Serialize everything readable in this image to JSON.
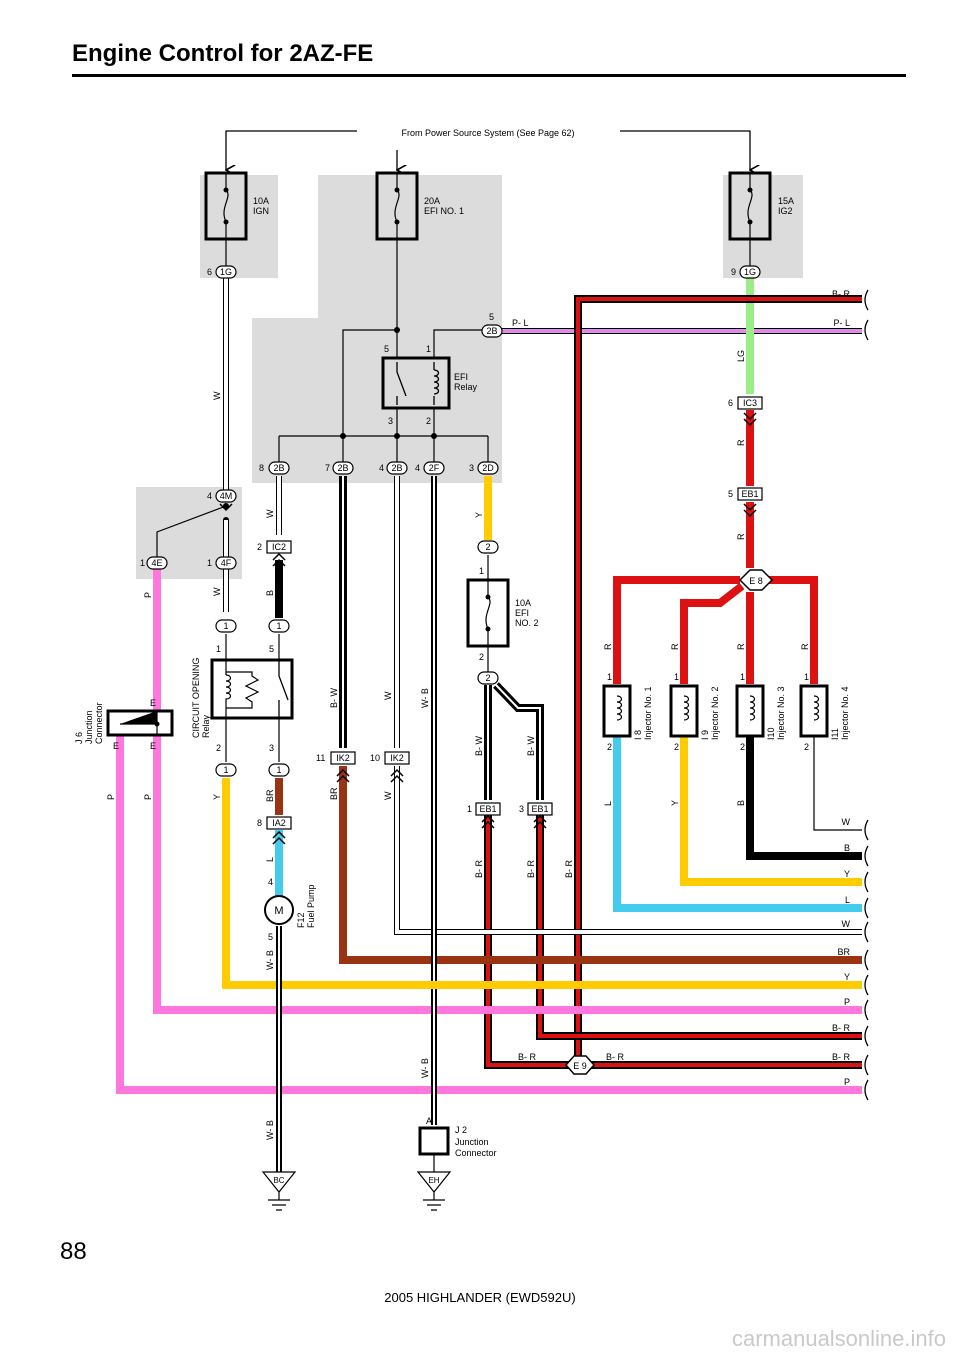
{
  "page": {
    "title": "Engine Control for 2AZ-FE",
    "number": "88",
    "footer": "2005 HIGHLANDER (EWD592U)",
    "watermark": "carmanualsonline.info"
  },
  "source_note": "From Power Source System (See Page 62)",
  "fuses": {
    "ign": {
      "l1": "10A",
      "l2": "IGN"
    },
    "efi1": {
      "l1": "20A",
      "l2": "EFI NO. 1"
    },
    "ig2": {
      "l1": "15A",
      "l2": "IG2"
    },
    "efi2": {
      "l1": "10A",
      "l2": "EFI",
      "l3": "NO. 2"
    }
  },
  "relays": {
    "efi": {
      "l1": "EFI",
      "l2": "Relay"
    },
    "circuit_opening": {
      "l1": "CIRCUIT OPENING",
      "l2": "Relay"
    }
  },
  "components": {
    "j6": {
      "id": "J 6",
      "l1": "Junction",
      "l2": "Connector",
      "pin": "E"
    },
    "fuel_pump": {
      "id": "F12",
      "name": "Fuel Pump",
      "symbol": "M"
    },
    "j2": {
      "id": "J 2",
      "l1": "Junction",
      "l2": "Connector",
      "pin": "A"
    },
    "injectors": [
      {
        "id": "I 8",
        "name": "Injector No. 1"
      },
      {
        "id": "I 9",
        "name": "Injector No. 2"
      },
      {
        "id": "I10",
        "name": "Injector No. 3"
      },
      {
        "id": "I11",
        "name": "Injector No. 4"
      }
    ]
  },
  "connectors": {
    "c1g": "1G",
    "c2b": "2B",
    "c2f": "2F",
    "c2d": "2D",
    "c4m": "4M",
    "c4e": "4E",
    "c4f": "4F",
    "ic2": "IC2",
    "ic3": "IC3",
    "eb1": "EB1",
    "ik2": "IK2",
    "ia2": "IA2",
    "e8": "E 8",
    "e9": "E 9",
    "bc": "BC",
    "eh": "EH",
    "j1": "1",
    "j2": "2"
  },
  "pins": [
    "1",
    "2",
    "3",
    "4",
    "5",
    "6",
    "7",
    "8",
    "9",
    "10",
    "11"
  ],
  "wire_colors": {
    "w": "W",
    "p": "P",
    "pl": "P- L",
    "lg": "LG",
    "r": "R",
    "y": "Y",
    "b": "B",
    "bw": "B- W",
    "wb": "W- B",
    "br": "BR",
    "l": "L",
    "br_r": "B- R"
  },
  "harness_legend": [
    "B- R",
    "P- L",
    "W",
    "B",
    "Y",
    "L",
    "W",
    "BR",
    "Y",
    "P",
    "B- R",
    "B- R",
    "P"
  ],
  "colors": {
    "pink": "#ff77dd",
    "violet": "#cc99ee",
    "red": "#dd1111",
    "yellow": "#ffcc00",
    "cyan": "#44ccee",
    "green": "#99ee88",
    "brown": "#993311",
    "shade": "#dcdcdc"
  }
}
